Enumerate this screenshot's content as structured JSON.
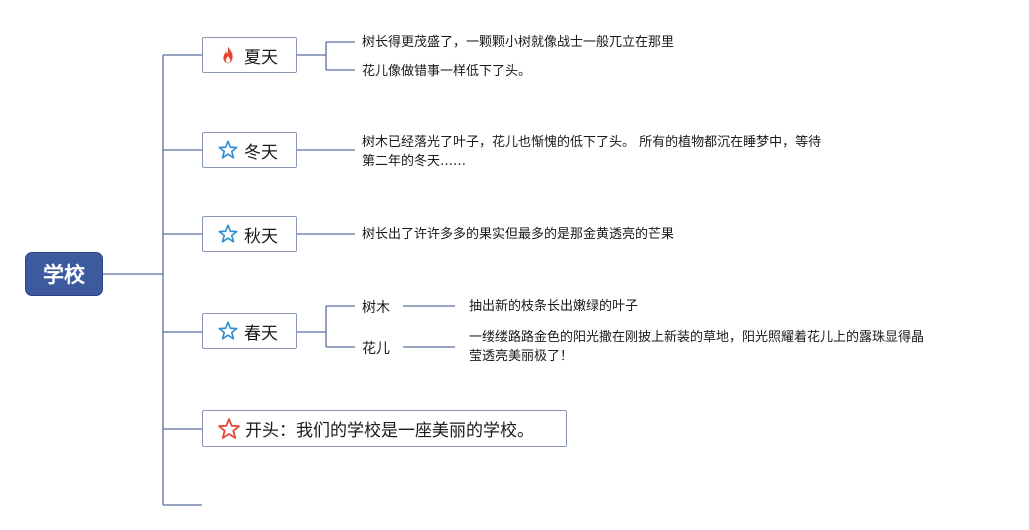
{
  "root": {
    "label": "学校"
  },
  "summer": {
    "label": "夏天",
    "icon": "fire-icon",
    "notes": [
      "树长得更茂盛了，一颗颗小树就像战士一般兀立在那里",
      "花儿像做错事一样低下了头。"
    ]
  },
  "winter": {
    "label": "冬天",
    "icon": "star-outline-blue-icon",
    "note_line1": "树木已经落光了叶子，花儿也惭愧的低下了头。 所有的植物都沉在睡梦中，等待",
    "note_line2": "第二年的冬天……"
  },
  "autumn": {
    "label": "秋天",
    "icon": "star-outline-blue-icon",
    "note": "树长出了许许多多的果实但最多的是那金黄透亮的芒果"
  },
  "spring": {
    "label": "春天",
    "icon": "star-outline-blue-icon",
    "trees": {
      "label": "树木",
      "note": "抽出新的枝条长出嫩绿的叶子"
    },
    "flowers": {
      "label": "花儿",
      "note_line1": "一缕缕路路金色的阳光撒在刚披上新装的草地，阳光照耀着花儿上的露珠显得晶",
      "note_line2": "莹透亮美丽极了！"
    }
  },
  "opening": {
    "label": "开头：我们的学校是一座美丽的学校。",
    "icon": "star-outline-red-icon"
  },
  "colors": {
    "root": "#3d5a9e",
    "line": "#5a6e9c",
    "border": "#8a96b8",
    "fire": "#e8432d",
    "star_blue": "#2b8fd1",
    "star_red": "#e04a3a"
  }
}
